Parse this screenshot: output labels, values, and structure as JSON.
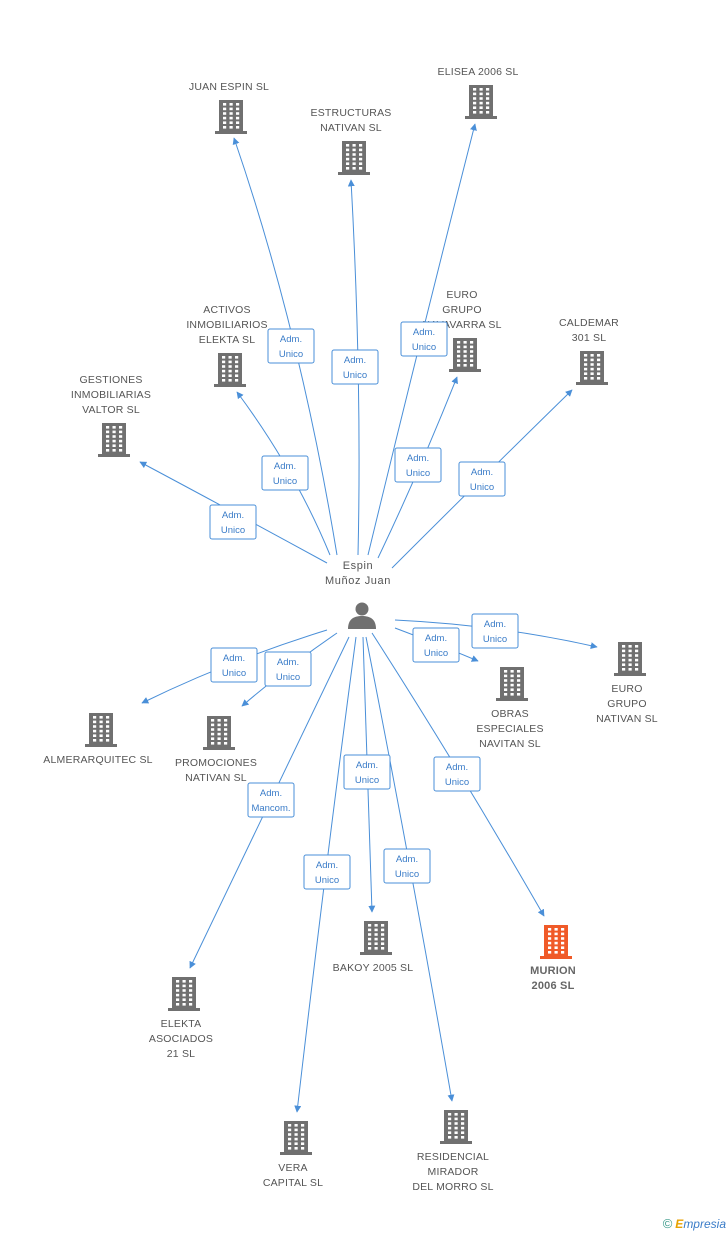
{
  "colors": {
    "edge": "#4a8fd8",
    "building": "#707070",
    "building_highlight": "#f05a28",
    "person": "#707070"
  },
  "person": {
    "lines": [
      "Espin",
      "Muñoz Juan"
    ],
    "icon": "person-icon"
  },
  "companies": [
    {
      "id": "juan-espin",
      "lines": [
        "JUAN ESPIN SL"
      ]
    },
    {
      "id": "estructuras-nativan",
      "lines": [
        "ESTRUCTURAS",
        "NATIVAN SL"
      ]
    },
    {
      "id": "elisea-2006",
      "lines": [
        "ELISEA 2006 SL"
      ]
    },
    {
      "id": "activos-inmobiliarios-elekta",
      "lines": [
        "ACTIVOS",
        "INMOBILIARIOS",
        "ELEKTA SL"
      ]
    },
    {
      "id": "euro-grupo-navavarra",
      "lines": [
        "EURO",
        "GRUPO",
        "NAVAVARRA SL"
      ]
    },
    {
      "id": "caldemar-301",
      "lines": [
        "CALDEMAR",
        "301 SL"
      ]
    },
    {
      "id": "gestiones-inmobiliarias-valtor",
      "lines": [
        "GESTIONES",
        "INMOBILIARIAS",
        "VALTOR SL"
      ]
    },
    {
      "id": "almerarquitec",
      "lines": [
        "ALMERARQUITEC SL"
      ]
    },
    {
      "id": "promociones-nativan",
      "lines": [
        "PROMOCIONES",
        "NATIVAN SL"
      ]
    },
    {
      "id": "obras-especiales-navitan",
      "lines": [
        "OBRAS",
        "ESPECIALES",
        "NAVITAN SL"
      ]
    },
    {
      "id": "euro-grupo-nativan",
      "lines": [
        "EURO",
        "GRUPO",
        "NATIVAN SL"
      ]
    },
    {
      "id": "bakoy-2005",
      "lines": [
        "BAKOY 2005 SL"
      ]
    },
    {
      "id": "murion-2006",
      "lines": [
        "MURION",
        "2006 SL"
      ],
      "highlight": true
    },
    {
      "id": "elekta-asociados-21",
      "lines": [
        "ELEKTA",
        "ASOCIADOS",
        "21 SL"
      ]
    },
    {
      "id": "vera-capital",
      "lines": [
        "VERA",
        "CAPITAL SL"
      ]
    },
    {
      "id": "residencial-mirador-del-morro",
      "lines": [
        "RESIDENCIAL",
        "MIRADOR",
        "DEL MORRO SL"
      ]
    }
  ],
  "edges": [
    {
      "target": "juan-espin",
      "lines": [
        "Adm.",
        "Unico"
      ]
    },
    {
      "target": "estructuras-nativan",
      "lines": [
        "Adm.",
        "Unico"
      ]
    },
    {
      "target": "elisea-2006",
      "lines": [
        "Adm.",
        "Unico"
      ]
    },
    {
      "target": "activos-inmobiliarios-elekta",
      "lines": [
        "Adm.",
        "Unico"
      ]
    },
    {
      "target": "euro-grupo-navavarra",
      "lines": [
        "Adm.",
        "Unico"
      ]
    },
    {
      "target": "caldemar-301",
      "lines": [
        "Adm.",
        "Unico"
      ]
    },
    {
      "target": "gestiones-inmobiliarias-valtor",
      "lines": [
        "Adm.",
        "Unico"
      ]
    },
    {
      "target": "almerarquitec",
      "lines": [
        "Adm.",
        "Unico"
      ]
    },
    {
      "target": "promociones-nativan",
      "lines": [
        "Adm.",
        "Unico"
      ]
    },
    {
      "target": "obras-especiales-navitan",
      "lines": [
        "Adm.",
        "Unico"
      ]
    },
    {
      "target": "euro-grupo-nativan",
      "lines": [
        "Adm.",
        "Unico"
      ]
    },
    {
      "target": "bakoy-2005",
      "lines": [
        "Adm.",
        "Unico"
      ]
    },
    {
      "target": "murion-2006",
      "lines": [
        "Adm.",
        "Unico"
      ]
    },
    {
      "target": "elekta-asociados-21",
      "lines": [
        "Adm.",
        "Mancom."
      ]
    },
    {
      "target": "vera-capital",
      "lines": [
        "Adm.",
        "Unico"
      ]
    },
    {
      "target": "residencial-mirador-del-morro",
      "lines": [
        "Adm.",
        "Unico"
      ]
    }
  ],
  "footer": {
    "copyright": "©",
    "brand_initial": "E",
    "brand_rest": "mpresia"
  }
}
